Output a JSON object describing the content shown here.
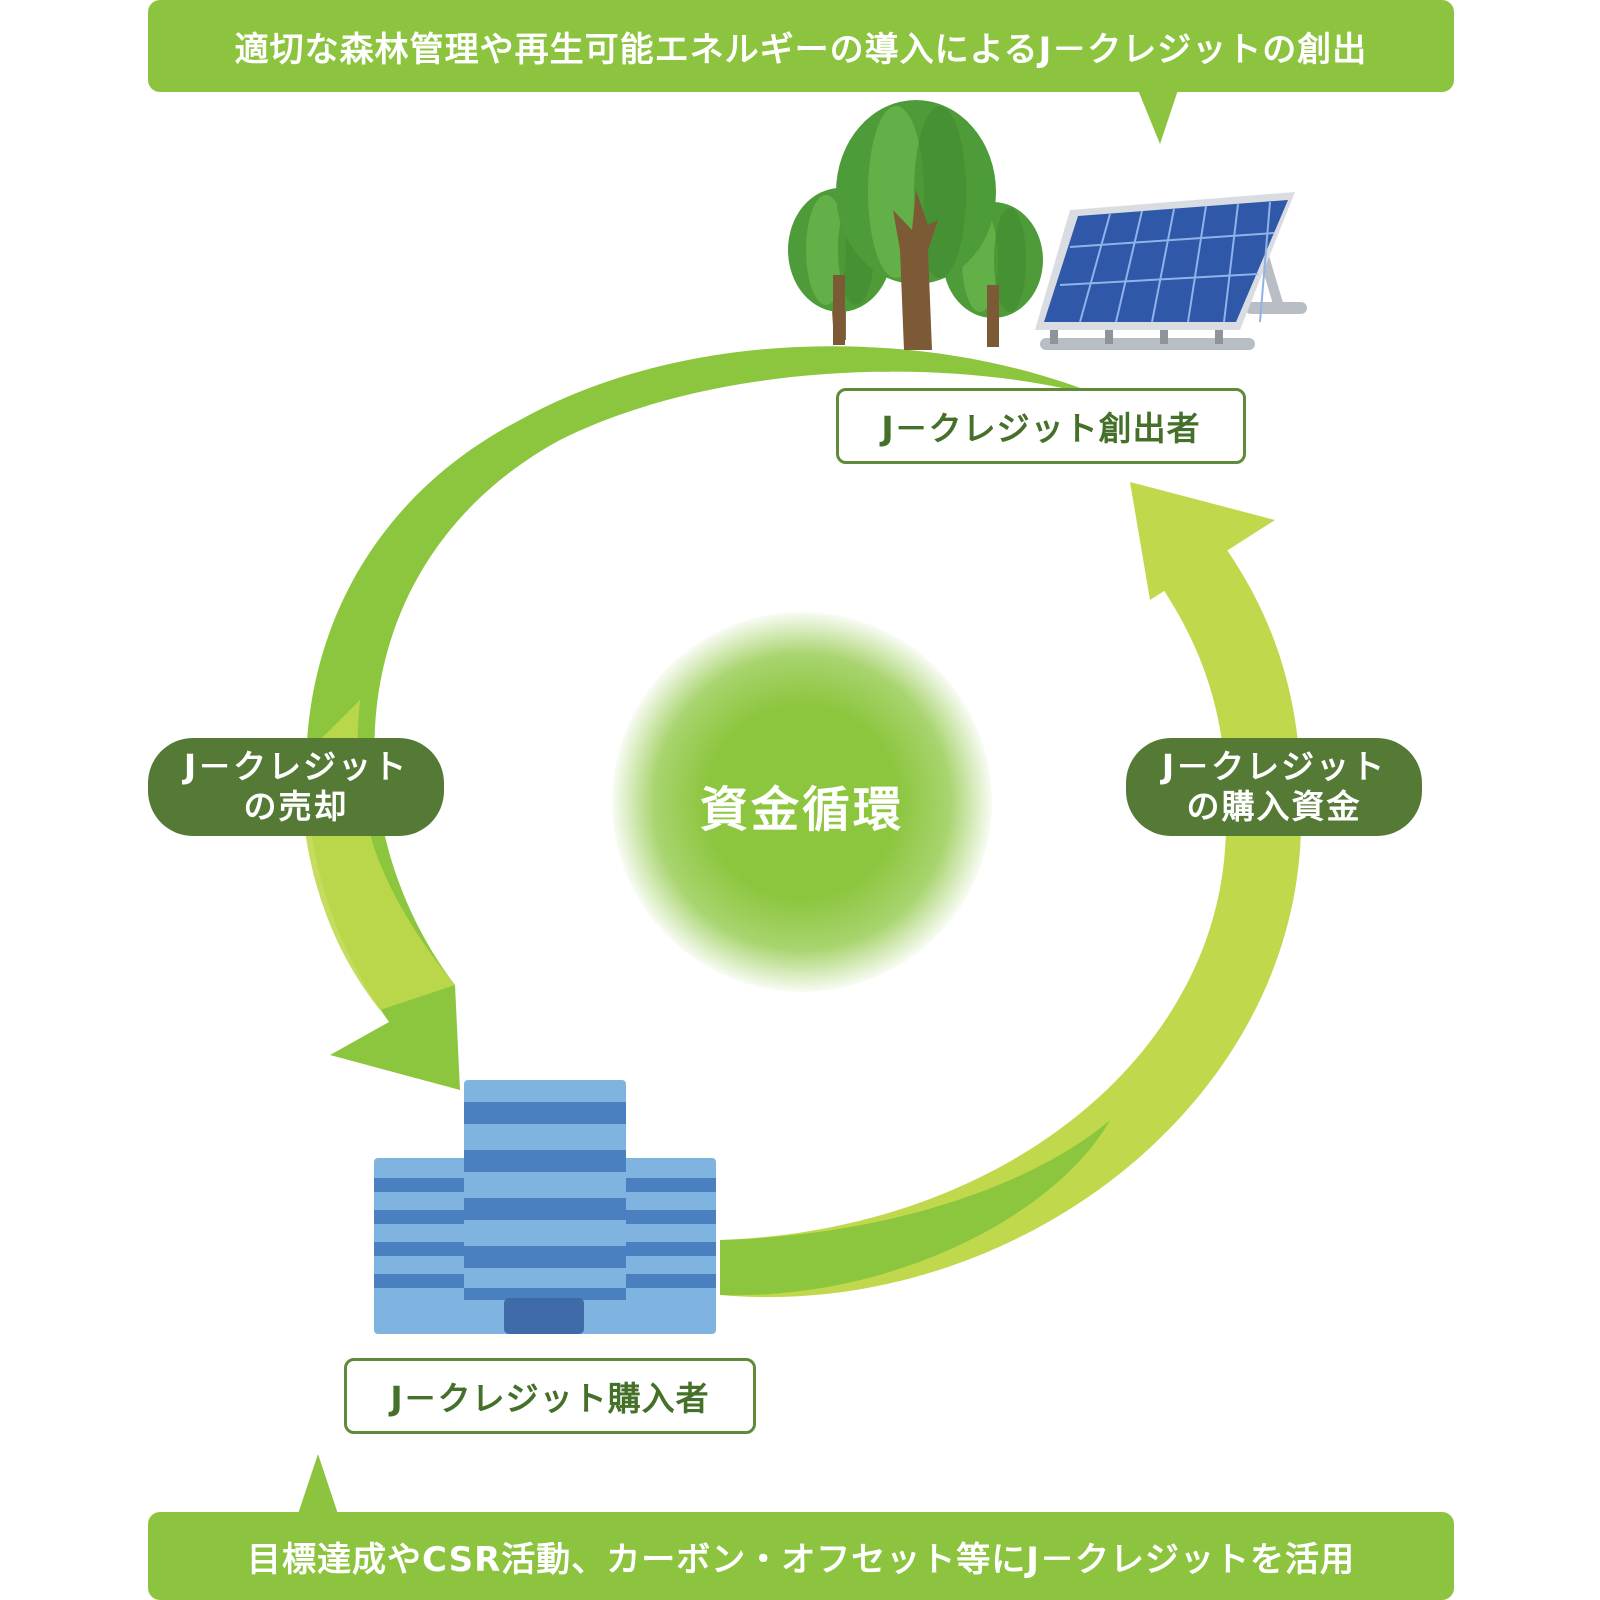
{
  "top_banner": "適切な森林管理や再生可能エネルギーの導入によるJ－クレジットの創出",
  "bottom_banner": "目標達成やCSR活動、カーボン・オフセット等にJ－クレジットを活用",
  "creator_label": "J－クレジット創出者",
  "buyer_label": "J－クレジット購入者",
  "left_pill": {
    "line1": "J－クレジット",
    "line2": "の売却"
  },
  "right_pill": {
    "line1": "J－クレジット",
    "line2": "の購入資金"
  },
  "center": "資金循環",
  "icons": [
    "tree-icon",
    "solar-panel-icon",
    "office-building-icon"
  ],
  "colors": {
    "banner_green": "#8dc43f",
    "arrow_green": "#bfd84c",
    "dark_green": "#557a35",
    "building_blue": "#7fb3e0"
  }
}
